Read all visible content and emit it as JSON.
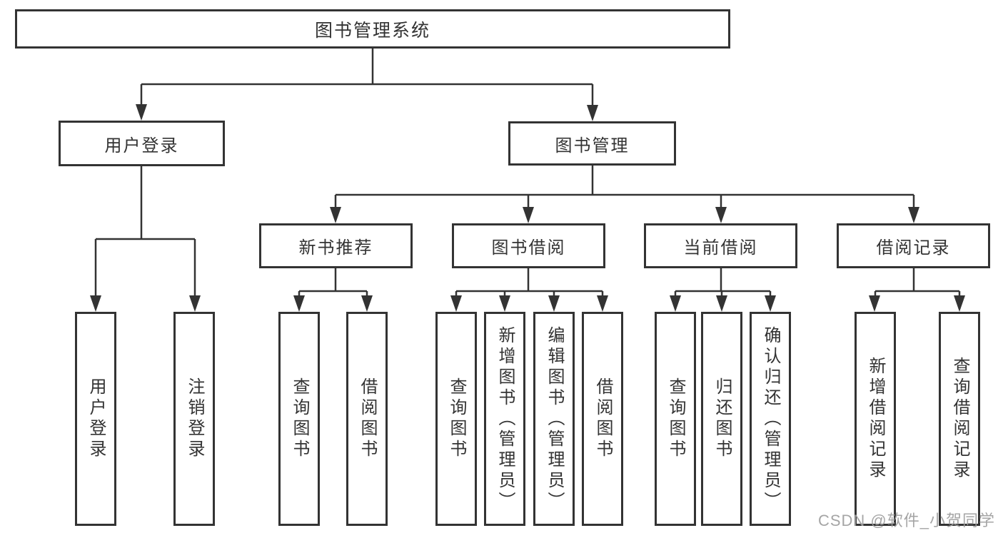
{
  "colors": {
    "line": "#333333",
    "box_border": "#333333",
    "box_background": "#ffffff",
    "text": "#333333",
    "watermark_text": "#9e9e9e",
    "background": "#ffffff"
  },
  "nodes": {
    "root": {
      "label": "图书管理系统"
    },
    "level2": [
      {
        "label": "用户登录",
        "parent": "图书管理系统"
      },
      {
        "label": "图书管理",
        "parent": "图书管理系统"
      }
    ],
    "level3": [
      {
        "label": "新书推荐",
        "parent": "图书管理"
      },
      {
        "label": "图书借阅",
        "parent": "图书管理"
      },
      {
        "label": "当前借阅",
        "parent": "图书管理"
      },
      {
        "label": "借阅记录",
        "parent": "图书管理"
      }
    ],
    "level4": [
      {
        "label": "用户登录",
        "parent": "用户登录"
      },
      {
        "label": "注销登录",
        "parent": "用户登录"
      },
      {
        "label": "查询图书",
        "parent": "新书推荐"
      },
      {
        "label": "借阅图书",
        "parent": "新书推荐"
      },
      {
        "label": "查询图书",
        "parent": "图书借阅"
      },
      {
        "label": "新增图书（管理员）",
        "parent": "图书借阅"
      },
      {
        "label": "编辑图书（管理员）",
        "parent": "图书借阅"
      },
      {
        "label": "借阅图书",
        "parent": "图书借阅"
      },
      {
        "label": "查询图书",
        "parent": "当前借阅"
      },
      {
        "label": "归还图书",
        "parent": "当前借阅"
      },
      {
        "label": "确认归还（管理员）",
        "parent": "当前借阅"
      },
      {
        "label": "新增借阅记录",
        "parent": "借阅记录"
      },
      {
        "label": "查询借阅记录",
        "parent": "借阅记录"
      }
    ]
  },
  "watermark": {
    "text": "CSDN @软件_小贺同学"
  }
}
